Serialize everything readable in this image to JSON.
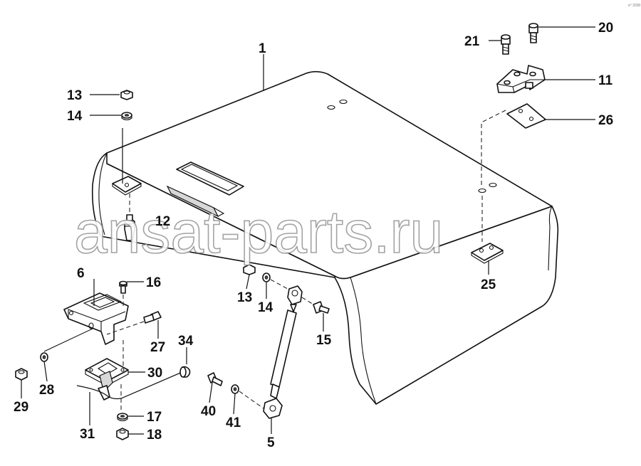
{
  "watermark": "ansat-parts.ru",
  "corner_mark": "e° 2030",
  "callouts": {
    "c1": "1",
    "c5": "5",
    "c6": "6",
    "c11": "11",
    "c12": "12",
    "c13a": "13",
    "c13b": "13",
    "c14a": "14",
    "c14b": "14",
    "c15": "15",
    "c16": "16",
    "c17": "17",
    "c18": "18",
    "c20": "20",
    "c21": "21",
    "c25": "25",
    "c26": "26",
    "c27": "27",
    "c28": "28",
    "c29": "29",
    "c30": "30",
    "c31": "31",
    "c34": "34",
    "c40": "40",
    "c41": "41"
  }
}
